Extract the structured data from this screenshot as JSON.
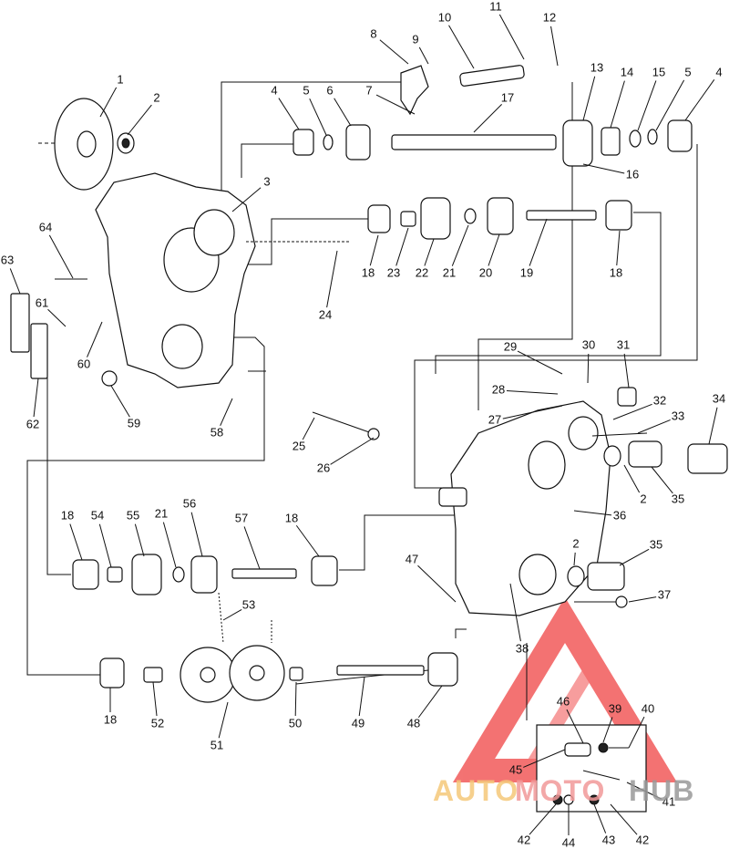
{
  "part_labels": [
    "1",
    "2",
    "3",
    "4",
    "5",
    "6",
    "7",
    "8",
    "9",
    "10",
    "11",
    "12",
    "13",
    "14",
    "15",
    "5",
    "4",
    "17",
    "16",
    "18",
    "23",
    "22",
    "21",
    "20",
    "19",
    "18",
    "64",
    "63",
    "61",
    "60",
    "62",
    "59",
    "58",
    "24",
    "29",
    "30",
    "31",
    "28",
    "27",
    "32",
    "33",
    "34",
    "25",
    "26",
    "2",
    "35",
    "36",
    "2",
    "35",
    "47",
    "37",
    "18",
    "54",
    "55",
    "21",
    "56",
    "57",
    "18",
    "53",
    "38",
    "18",
    "52",
    "51",
    "50",
    "49",
    "48",
    "46",
    "39",
    "40",
    "45",
    "41",
    "42",
    "44",
    "43",
    "42"
  ],
  "watermark": {
    "brand_auto": "AUTO",
    "brand_moto": "MOTO",
    "brand_hub": "HUB",
    "colors": {
      "auto": "#f5c87a",
      "moto": "#f29a9a",
      "hub": "#9a9a9a",
      "logo": "#ef4444"
    }
  }
}
